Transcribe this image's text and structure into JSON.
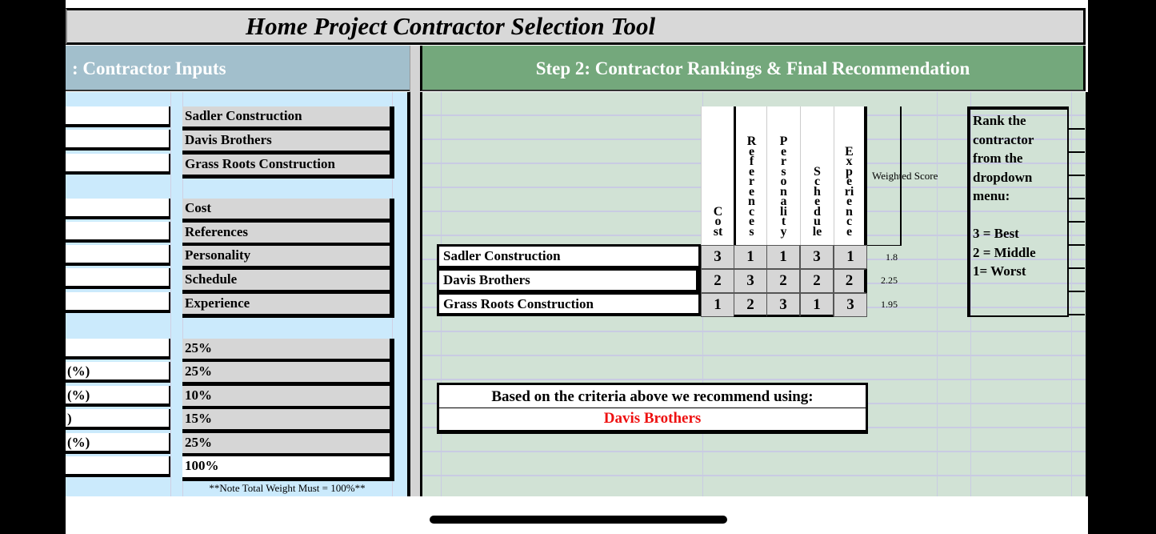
{
  "title": "Home Project Contractor Selection Tool",
  "step1_header": ": Contractor Inputs",
  "step2_header": "Step 2: Contractor Rankings & Final Recommendation",
  "contractors": [
    "Sadler Construction",
    "Davis Brothers",
    "Grass Roots Construction"
  ],
  "criteria": [
    "Cost",
    "References",
    "Personality",
    "Schedule",
    "Experience"
  ],
  "weight_labels": [
    "",
    "(%)",
    "(%)",
    ")",
    "(%)",
    ""
  ],
  "weights": [
    "25%",
    "25%",
    "10%",
    "15%",
    "25%",
    "100%"
  ],
  "weight_note": "**Note Total Weight Must = 100%**",
  "weighted_score_label": "Weighted Score",
  "rankings": [
    {
      "name": "Sadler Construction",
      "scores": [
        "3",
        "1",
        "1",
        "3",
        "1"
      ],
      "weighted": "1.8"
    },
    {
      "name": "Davis Brothers",
      "scores": [
        "2",
        "3",
        "2",
        "2",
        "2"
      ],
      "weighted": "2.25"
    },
    {
      "name": "Grass Roots Construction",
      "scores": [
        "1",
        "2",
        "3",
        "1",
        "3"
      ],
      "weighted": "1.95"
    }
  ],
  "rank_instructions": "Rank the contractor from the dropdown menu:\n\n3 = Best\n2 = Middle\n1= Worst",
  "recommendation": {
    "label": "Based on the criteria above we recommend using:",
    "value": "Davis Brothers",
    "value_color": "#ee1111"
  }
}
